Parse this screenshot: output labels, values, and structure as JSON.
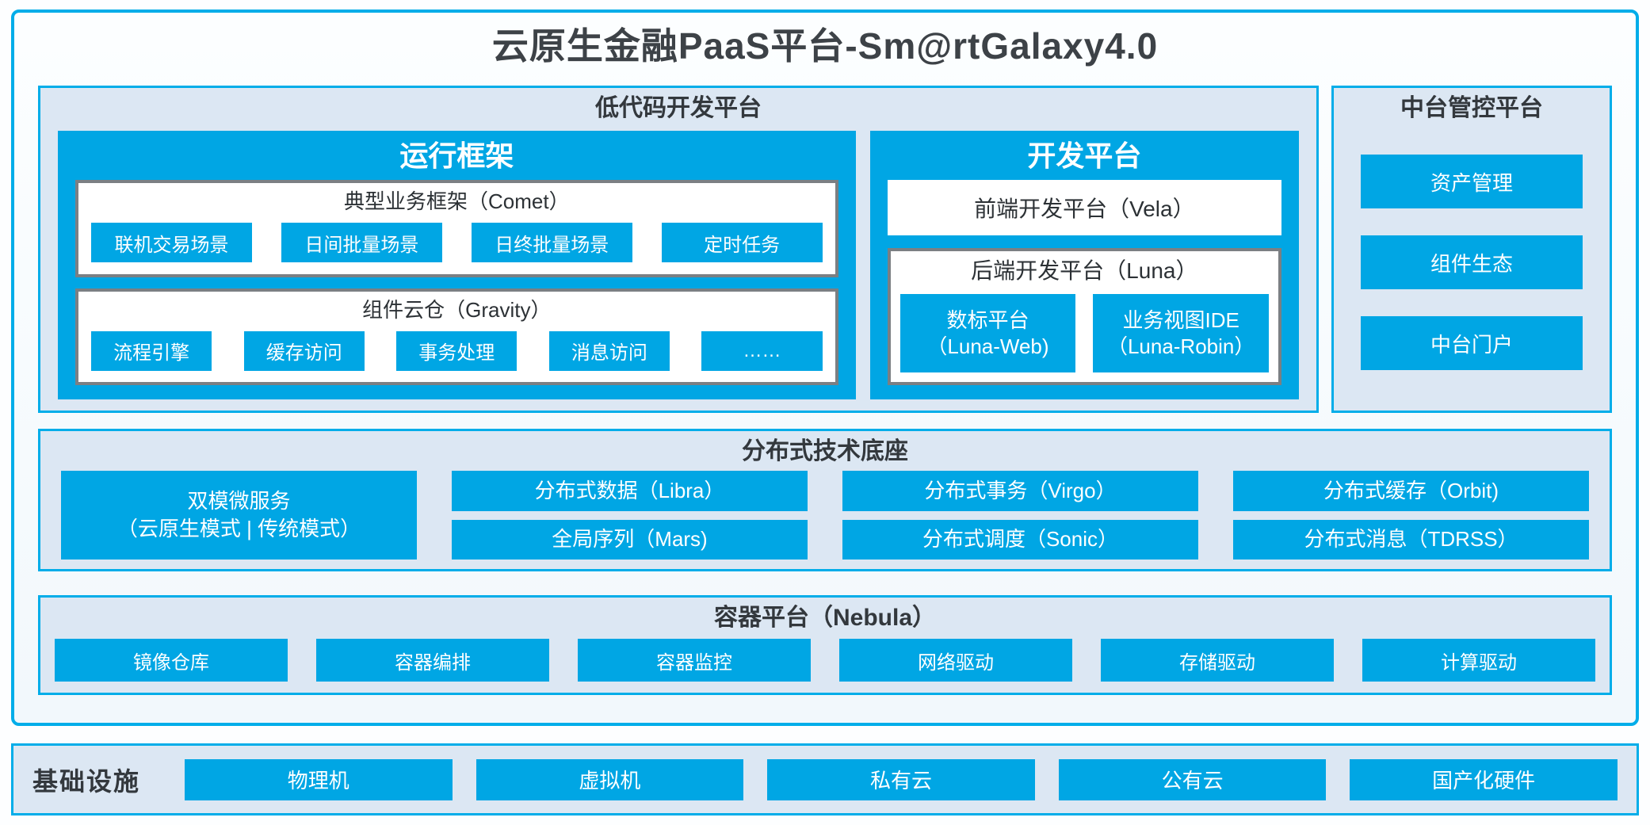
{
  "title": "云原生金融PaaS平台-Sm@rtGalaxy4.0",
  "colors": {
    "accent_blue": "#00a6e4",
    "border_cyan": "#00ade9",
    "panel_bg": "#dce7f3",
    "gray_border": "#7b7f83",
    "dark_text": "#3d4247"
  },
  "lowcode": {
    "label": "低代码开发平台",
    "runtime": {
      "title": "运行框架",
      "comet": {
        "title": "典型业务框架（Comet）",
        "items": [
          "联机交易场景",
          "日间批量场景",
          "日终批量场景",
          "定时任务"
        ]
      },
      "gravity": {
        "title": "组件云仓（Gravity）",
        "items": [
          "流程引擎",
          "缓存访问",
          "事务处理",
          "消息访问",
          "……"
        ]
      }
    },
    "devplatform": {
      "title": "开发平台",
      "vela": "前端开发平台（Vela）",
      "luna": {
        "title": "后端开发平台（Luna）",
        "items": [
          {
            "line1": "数标平台",
            "line2": "（Luna-Web)"
          },
          {
            "line1": "业务视图IDE",
            "line2": "（Luna-Robin）"
          }
        ]
      }
    }
  },
  "midplatform": {
    "label": "中台管控平台",
    "items": [
      "资产管理",
      "组件生态",
      "中台门户"
    ]
  },
  "distributed": {
    "label": "分布式技术底座",
    "dual_mode": {
      "line1": "双模微服务",
      "line2": "（云原生模式 | 传统模式）"
    },
    "columns": [
      [
        "分布式数据（Libra）",
        "全局序列（Mars)"
      ],
      [
        "分布式事务（Virgo）",
        "分布式调度（Sonic）"
      ],
      [
        "分布式缓存（Orbit)",
        "分布式消息（TDRSS）"
      ]
    ]
  },
  "container": {
    "label": "容器平台（Nebula）",
    "items": [
      "镜像仓库",
      "容器编排",
      "容器监控",
      "网络驱动",
      "存储驱动",
      "计算驱动"
    ]
  },
  "infrastructure": {
    "label": "基础设施",
    "items": [
      "物理机",
      "虚拟机",
      "私有云",
      "公有云",
      "国产化硬件"
    ]
  }
}
